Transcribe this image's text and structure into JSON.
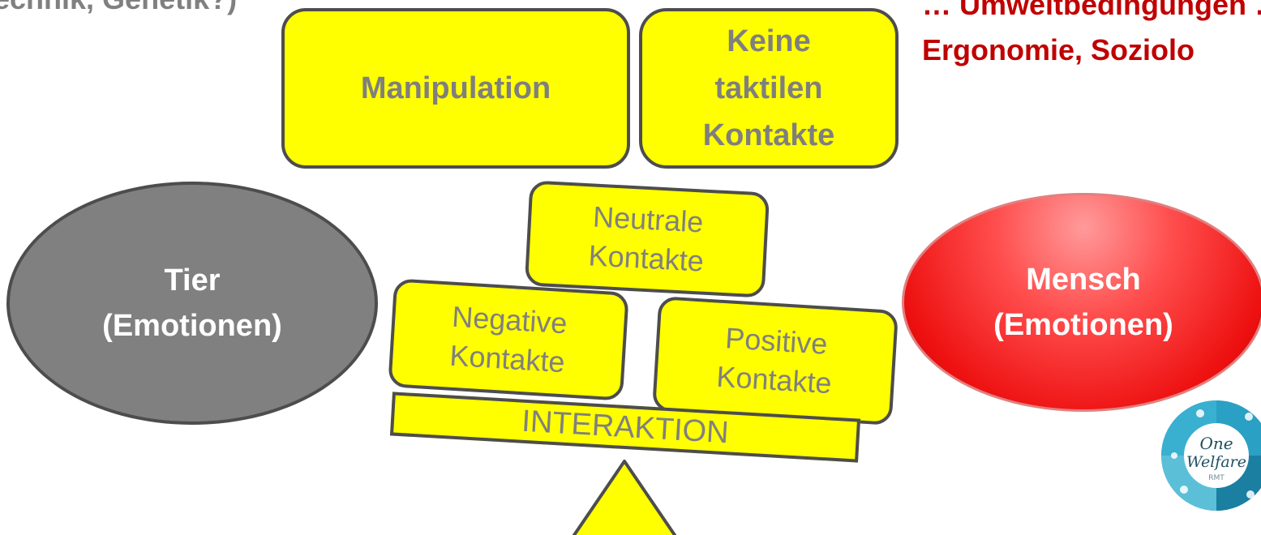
{
  "top_left_text": "echnik, Genetik?)",
  "top_right_line1": "… Umweltbedingungen …",
  "top_right_line2": "Ergonomie, Soziolo",
  "boxes": {
    "manipulation": "Manipulation",
    "keine_l1": "Keine",
    "keine_l2": "taktilen",
    "keine_l3": "Kontakte",
    "neutrale_l1": "Neutrale",
    "neutrale_l2": "Kontakte",
    "negative_l1": "Negative",
    "negative_l2": "Kontakte",
    "positive_l1": "Positive",
    "positive_l2": "Kontakte"
  },
  "beam_label": "INTERAKTION",
  "tier_l1": "Tier",
  "tier_l2": "(Emotionen)",
  "mensch_l1": "Mensch",
  "mensch_l2": "(Emotionen)",
  "logo": {
    "line1": "One",
    "line2": "Welfare",
    "line3": "RMT"
  },
  "colors": {
    "box_fill": "#ffff00",
    "box_border": "#4d4d4d",
    "tier_fill": "#808080",
    "mensch_fill": "#ee1111",
    "header_red": "#c00000",
    "header_grey": "#808080",
    "logo_teal": "#1f8fb0"
  }
}
